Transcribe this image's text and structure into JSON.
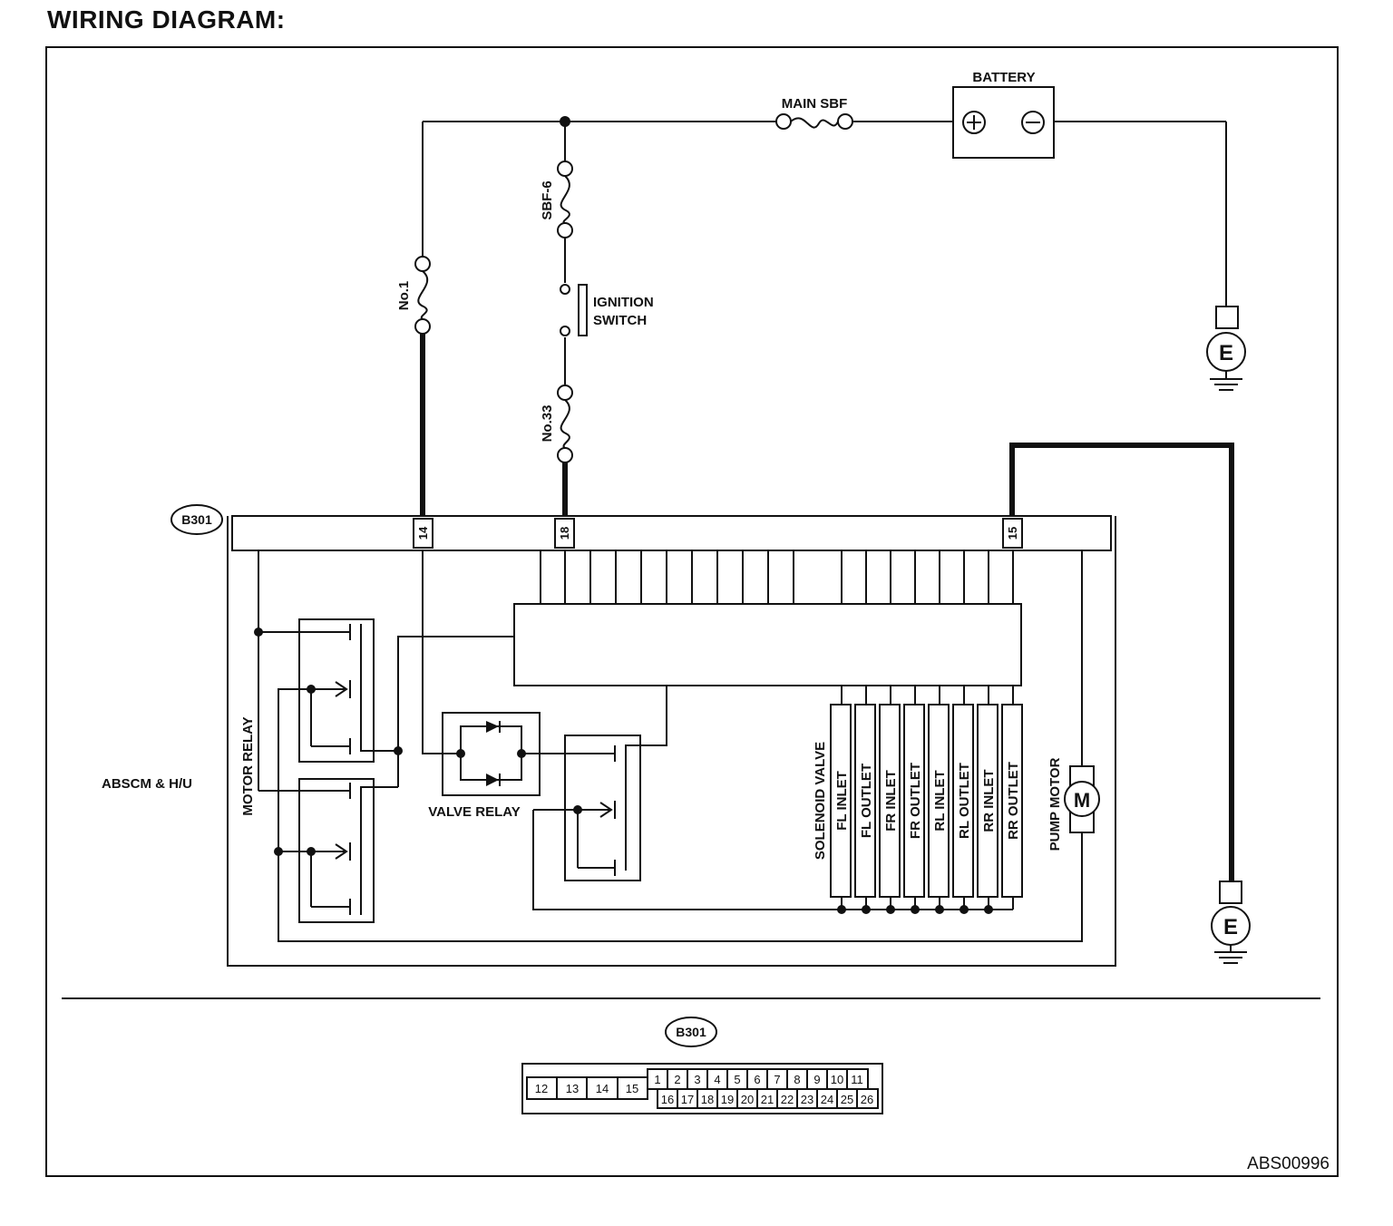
{
  "title": "WIRING DIAGRAM:",
  "battery_label": "BATTERY",
  "main_sbf_label": "MAIN SBF",
  "sbf6_label": "SBF-6",
  "fuse_no1_label": "No.1",
  "fuse_no33_label": "No.33",
  "ignition_line1": "IGNITION",
  "ignition_line2": "SWITCH",
  "ground_label": "E",
  "connector_id": "B301",
  "pin_14": "14",
  "pin_18": "18",
  "pin_15": "15",
  "module_label": "ABSCM & H/U",
  "motor_relay_label": "MOTOR RELAY",
  "valve_relay_label": "VALVE RELAY",
  "solenoid_label": "SOLENOID VALVE",
  "pump_motor_label": "PUMP MOTOR",
  "motor_symbol": "M",
  "solenoids": [
    "FL INLET",
    "FL OUTLET",
    "FR INLET",
    "FR OUTLET",
    "RL INLET",
    "RL OUTLET",
    "RR INLET",
    "RR OUTLET"
  ],
  "connector_face": {
    "left_block": [
      "12",
      "13",
      "14",
      "15"
    ],
    "top_row": [
      "1",
      "2",
      "3",
      "4",
      "5",
      "6",
      "7",
      "8",
      "9",
      "10",
      "11"
    ],
    "bottom_row": [
      "16",
      "17",
      "18",
      "19",
      "20",
      "21",
      "22",
      "23",
      "24",
      "25",
      "26"
    ]
  },
  "figure_code": "ABS00996"
}
